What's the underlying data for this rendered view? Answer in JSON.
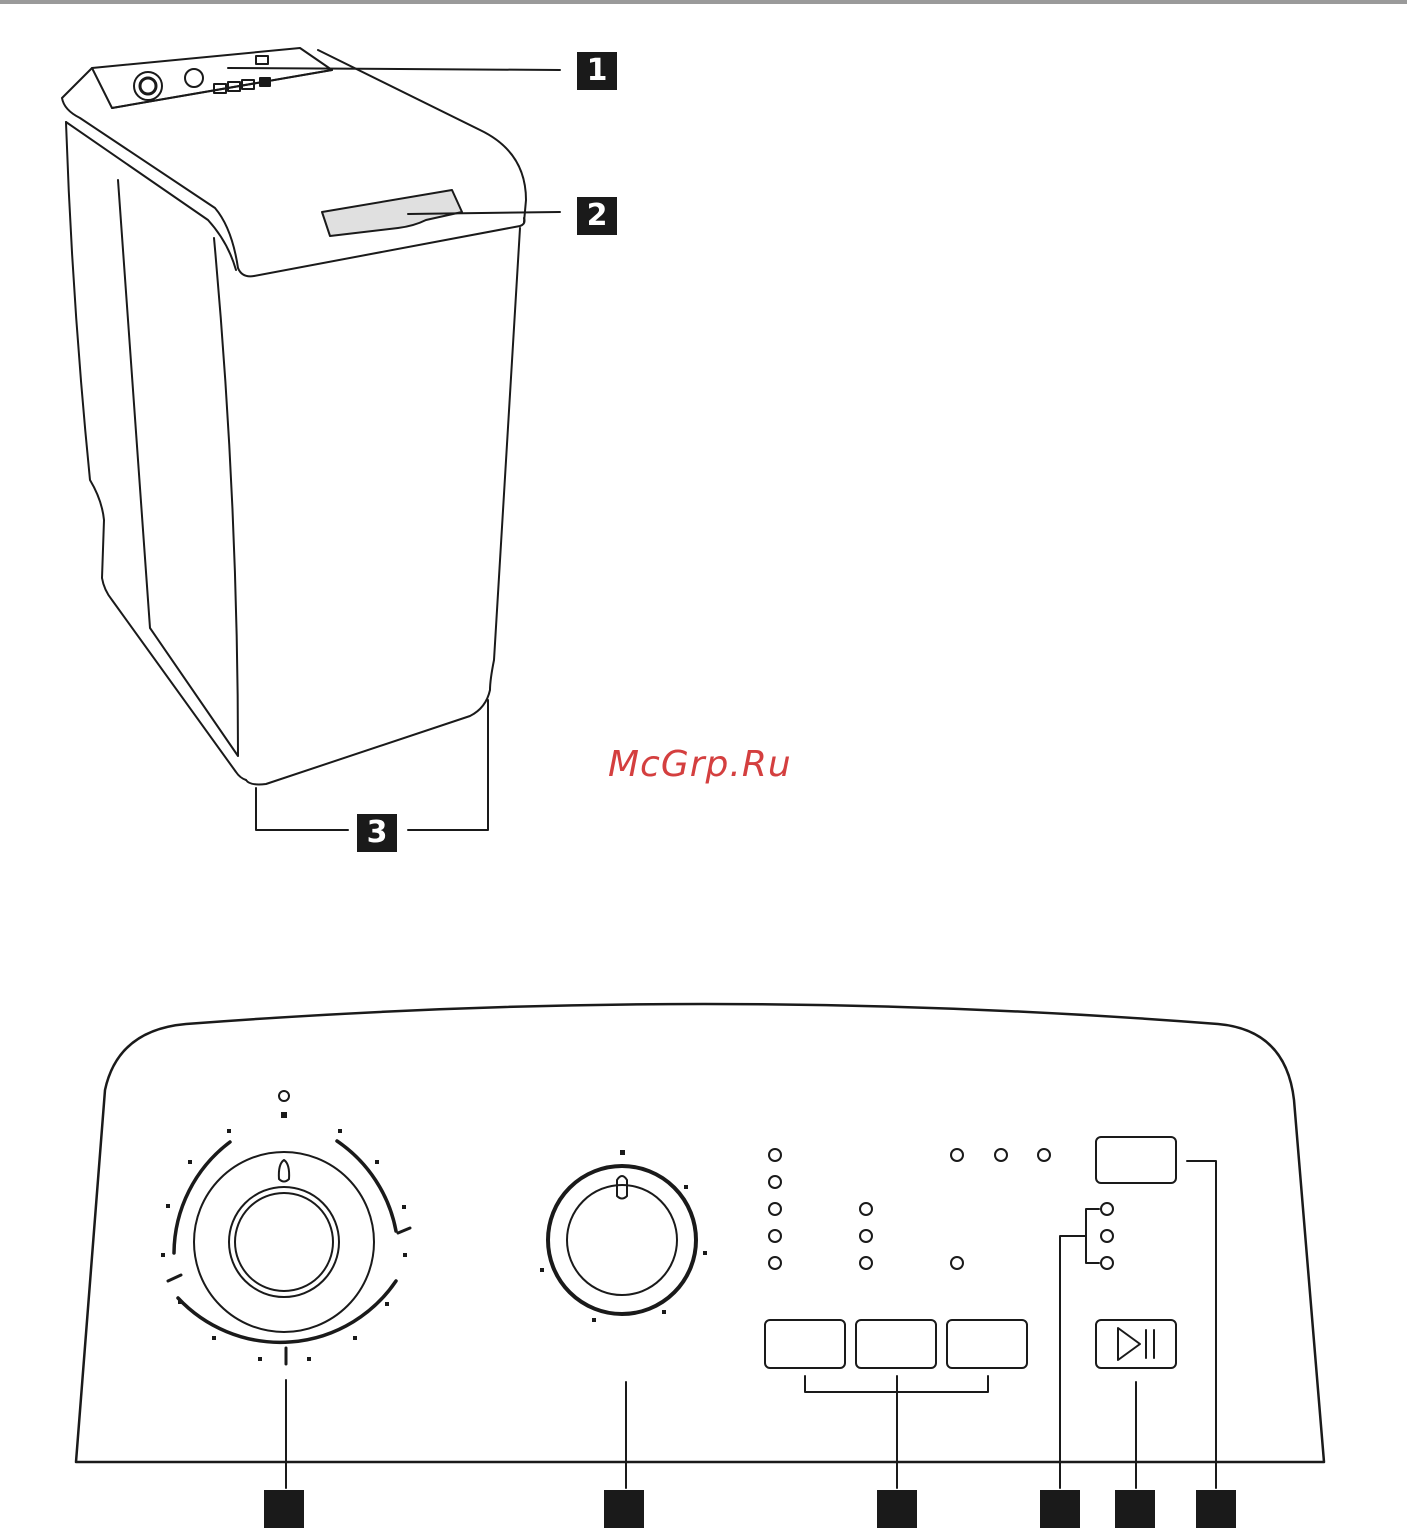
{
  "watermark": "McGrp.Ru",
  "callouts": {
    "c1": "1",
    "c2": "2",
    "c3": "3",
    "bottom": [
      "",
      "",
      "",
      "",
      "",
      ""
    ]
  },
  "colors": {
    "line": "#1a1a1a",
    "callout_bg": "#1a1a1a",
    "callout_text": "#ffffff",
    "watermark": "#d43f3f",
    "topbar": "#9a9a9a",
    "handle": "#e0e0e0"
  },
  "icons": {
    "start_pause": "play-pause-icon"
  }
}
